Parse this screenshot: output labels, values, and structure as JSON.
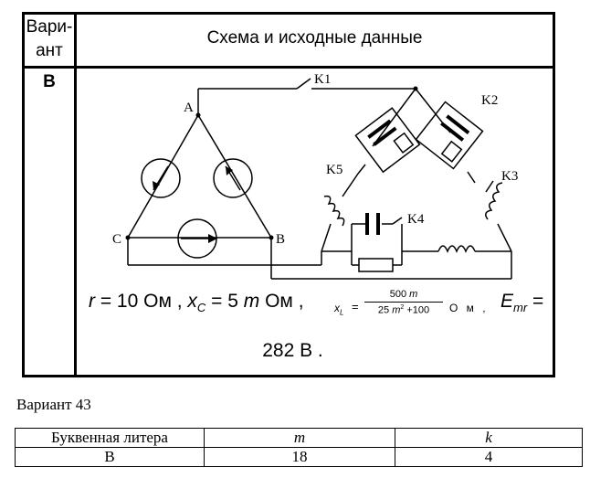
{
  "header": {
    "variant_line1": "Вари-",
    "variant_line2": "ант",
    "scheme": "Схема и исходные данные"
  },
  "variant_letter": "В",
  "circuit": {
    "labels": {
      "A": "A",
      "B": "B",
      "C": "C",
      "K1": "K1",
      "K2": "K2",
      "K3": "K3",
      "K4": "K4",
      "K5": "K5"
    }
  },
  "formula": {
    "r_var": "r",
    "r_text": " = 10 Ом ,  ",
    "xc_var": "x",
    "xc_sub": "C",
    "xc_text_a": " = 5 ",
    "xc_m": "m",
    "xc_text_b": " Ом ,",
    "xl_label": "x",
    "xl_sub": "L",
    "xl_eq": "=",
    "frac_num_a": "500 ",
    "frac_num_m": "m",
    "frac_den_a": "25 ",
    "frac_den_m": "m",
    "frac_den_exp": "2",
    "frac_den_b": " +100",
    "xl_unit": "О м ,",
    "emr_var": "E",
    "emr_sub": "mr",
    "emr_text": " =",
    "result": "282 В ."
  },
  "caption": "Вариант 43",
  "table": {
    "headers": [
      "Буквенная литера",
      "m",
      "k"
    ],
    "row": [
      "В",
      "18",
      "4"
    ]
  }
}
